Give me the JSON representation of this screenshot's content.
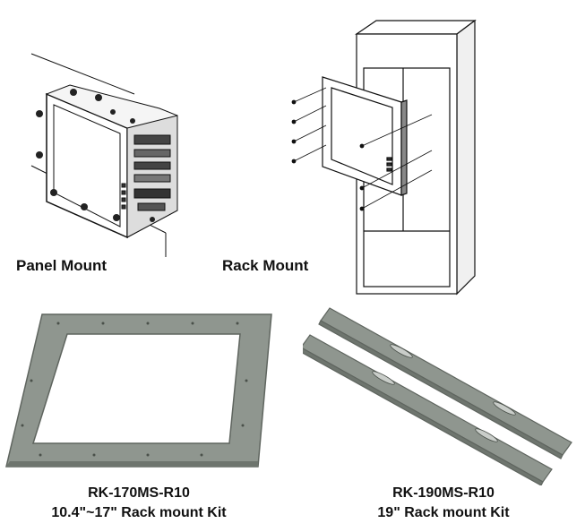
{
  "panel_mount": {
    "label": "Panel Mount"
  },
  "rack_mount": {
    "label": "Rack Mount"
  },
  "kit_left": {
    "model": "RK-170MS-R10",
    "description": "10.4\"~17\" Rack mount Kit"
  },
  "kit_right": {
    "model": "RK-190MS-R10",
    "description": "19\" Rack mount Kit"
  },
  "colors": {
    "line": "#111111",
    "kit_metal": "#8f968f",
    "kit_edge": "#5f655f"
  }
}
